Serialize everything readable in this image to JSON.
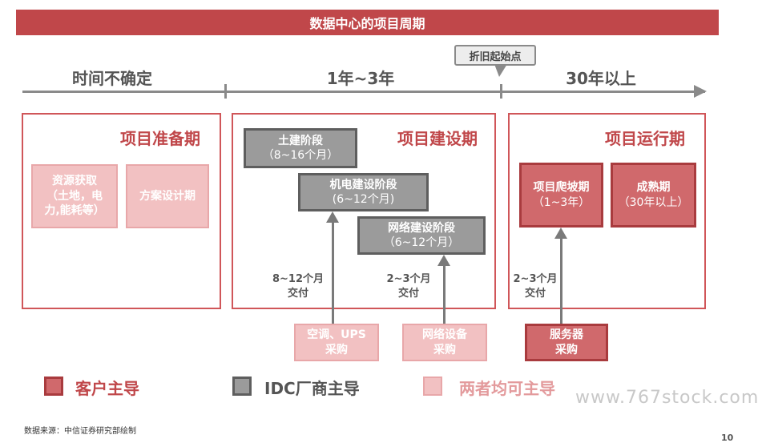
{
  "title": "数据中心的项目周期",
  "phases": [
    "时间不确定",
    "1年~3年",
    "30年以上"
  ],
  "callout": "折旧起始点",
  "stages": {
    "prep": {
      "title": "项目准备期",
      "boxes": [
        "资源获取\n（土地，电\n力,能耗等）",
        "方案设计期"
      ]
    },
    "build": {
      "title": "项目建设期",
      "steps": [
        {
          "name": "土建阶段",
          "duration": "（8~16个月）"
        },
        {
          "name": "机电建设阶段",
          "duration": "(6~12个月)"
        },
        {
          "name": "网络建设阶段",
          "duration": "（6~12个月）"
        }
      ]
    },
    "run": {
      "title": "项目运行期",
      "steps": [
        {
          "name": "项目爬坡期",
          "duration": "（1~3年）"
        },
        {
          "name": "成熟期",
          "duration": "（30年以上）"
        }
      ]
    }
  },
  "deliveries": [
    {
      "time": "8~12个月",
      "label": "交付"
    },
    {
      "time": "2~3个月",
      "label": "交付"
    },
    {
      "time": "2~3个月",
      "label": "交付"
    }
  ],
  "procurement": [
    {
      "line1": "空调、UPS",
      "line2": "采购"
    },
    {
      "line1": "网络设备",
      "line2": "采购"
    },
    {
      "line1": "服务器",
      "line2": "采购"
    }
  ],
  "legend": [
    {
      "label": "客户主导",
      "color": "#d0696c",
      "border": "#a93b3e",
      "text_color": "#c0474a"
    },
    {
      "label": "IDC厂商主导",
      "color": "#9b9b9b",
      "border": "#5e5e5e",
      "text_color": "#555555"
    },
    {
      "label": "两者均可主导",
      "color": "#f2c1c2",
      "border": "#e8a7a9",
      "text_color": "#e39a9c"
    }
  ],
  "watermark": "www.767stock.com",
  "source": "数据来源：中信证券研究部绘制",
  "page_number": "10",
  "colors": {
    "accent": "#c0474a",
    "gray": "#9b9b9b",
    "pink": "#f2c1c2"
  }
}
